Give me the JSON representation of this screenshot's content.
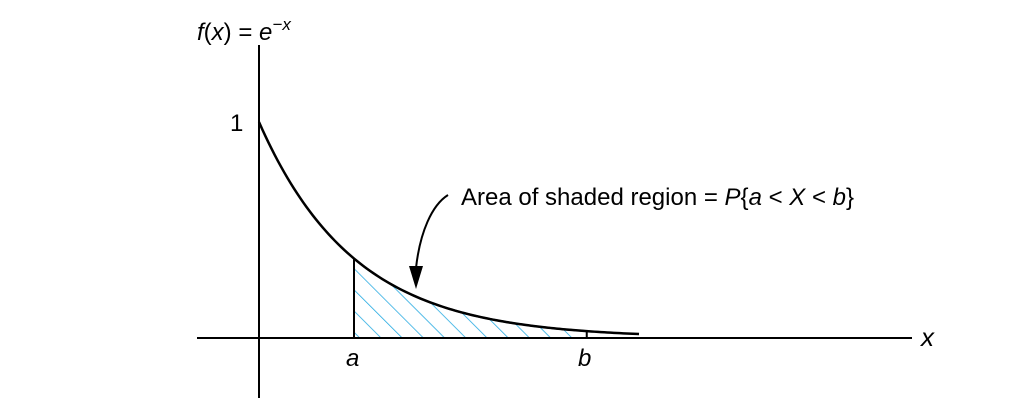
{
  "chart_data": {
    "type": "area",
    "function": "e^{-x}",
    "x": [
      0,
      0.4,
      0.8,
      1.2,
      1.6,
      2.0,
      2.4,
      2.8,
      3.2,
      3.6,
      4.0
    ],
    "y": [
      1.0,
      0.67,
      0.449,
      0.301,
      0.202,
      0.135,
      0.091,
      0.061,
      0.041,
      0.027,
      0.018
    ],
    "shaded_region": {
      "from": "a",
      "to": "b"
    },
    "xlabel": "x",
    "ylabel": "f(x) = e^{-x}",
    "y_tick_labels": [
      "1"
    ],
    "x_tick_labels": [
      "a",
      "b"
    ],
    "annotation": "Area of shaded region = P{a < X < b}",
    "colors": {
      "hatch": "#29abe2",
      "curve": "#000000",
      "axes": "#000000"
    }
  },
  "labels": {
    "y_axis_f": "f",
    "y_axis_x": "x",
    "y_axis_eq": "=",
    "y_axis_e": "e",
    "y_axis_sup": "−x",
    "x_axis": "x",
    "tick_one": "1",
    "tick_a": "a",
    "tick_b": "b",
    "annotation_prefix": "Area of shaded region = ",
    "annotation_P": "P",
    "annotation_open": "{",
    "annotation_a": "a",
    "annotation_lt1": " < ",
    "annotation_X": "X",
    "annotation_lt2": " < ",
    "annotation_b": "b",
    "annotation_close": "}"
  }
}
